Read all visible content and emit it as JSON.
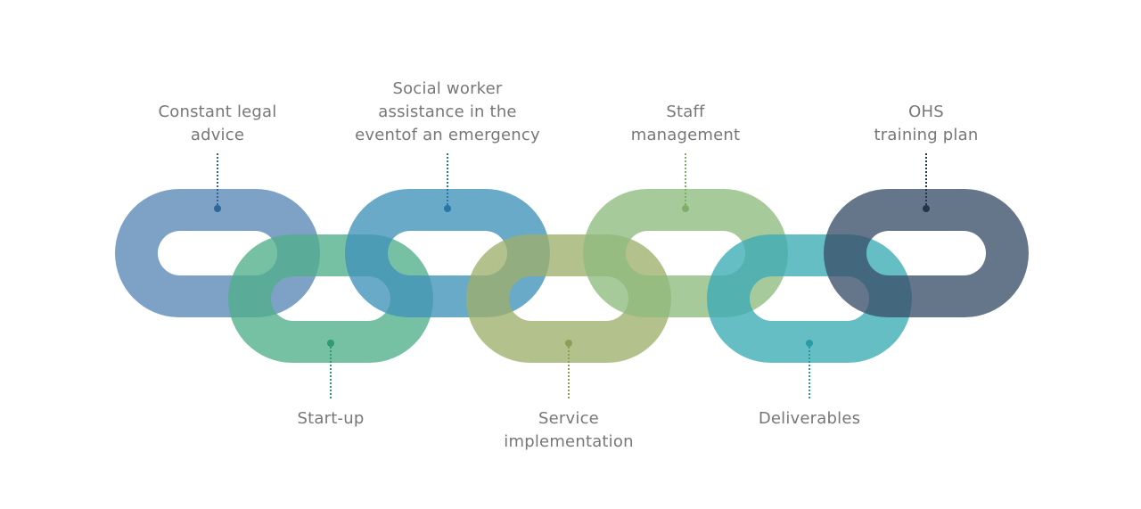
{
  "diagram": {
    "links": [
      {
        "id": "legal",
        "lines": [
          "Constant legal",
          "advice"
        ],
        "color": "#5a86b6",
        "dot_color": "#2f669a",
        "position": "top"
      },
      {
        "id": "startup",
        "lines": [
          "Start-up"
        ],
        "color": "#4fb08b",
        "dot_color": "#2e9b72",
        "position": "bottom"
      },
      {
        "id": "social",
        "lines": [
          "Social worker",
          "assistance in the",
          "eventof an emergency"
        ],
        "color": "#3f92b8",
        "dot_color": "#2a76a6",
        "position": "top"
      },
      {
        "id": "service",
        "lines": [
          "Service",
          "implementation"
        ],
        "color": "#9eb06b",
        "dot_color": "#8e9e55",
        "position": "bottom"
      },
      {
        "id": "staff",
        "lines": [
          "Staff",
          "management"
        ],
        "color": "#8ebb7e",
        "dot_color": "#7eaf6a",
        "position": "top"
      },
      {
        "id": "deliverables",
        "lines": [
          "Deliverables"
        ],
        "color": "#3bacb5",
        "dot_color": "#2a9aa5",
        "position": "bottom"
      },
      {
        "id": "ohs",
        "lines": [
          "OHS",
          "training plan"
        ],
        "color": "#3a4f6a",
        "dot_color": "#24344c",
        "position": "top"
      }
    ]
  }
}
